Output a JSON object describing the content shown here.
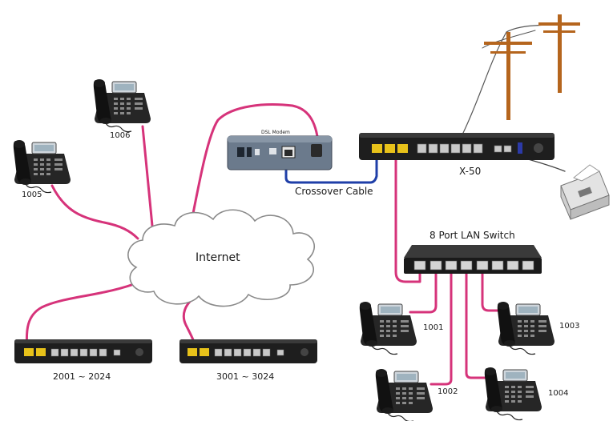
{
  "labels": {
    "internet": "Internet",
    "dsl_modem": "DSL Modem",
    "crossover_cable": "Crossover Cable",
    "x50": "X-50",
    "lan_switch": "8 Port LAN Switch",
    "gateway_2000": "2001 ~ 2024",
    "gateway_3000": "3001 ~ 3024"
  },
  "phones": {
    "p1005": "1005",
    "p1006": "1006",
    "p1001": "1001",
    "p1002": "1002",
    "p1003": "1003",
    "p1004": "1004"
  },
  "colors": {
    "lan_cable": "#d6337a",
    "crossover_cable": "#1f3fa8",
    "phone_line": "#555555",
    "pole": "#b5651d"
  },
  "icons": {
    "cloud": "cloud-icon",
    "phone": "ip-phone-icon",
    "modem": "dsl-modem-icon",
    "router": "router-icon",
    "switch": "switch-icon",
    "fax": "fax-machine-icon",
    "pole": "telephone-pole-icon"
  }
}
